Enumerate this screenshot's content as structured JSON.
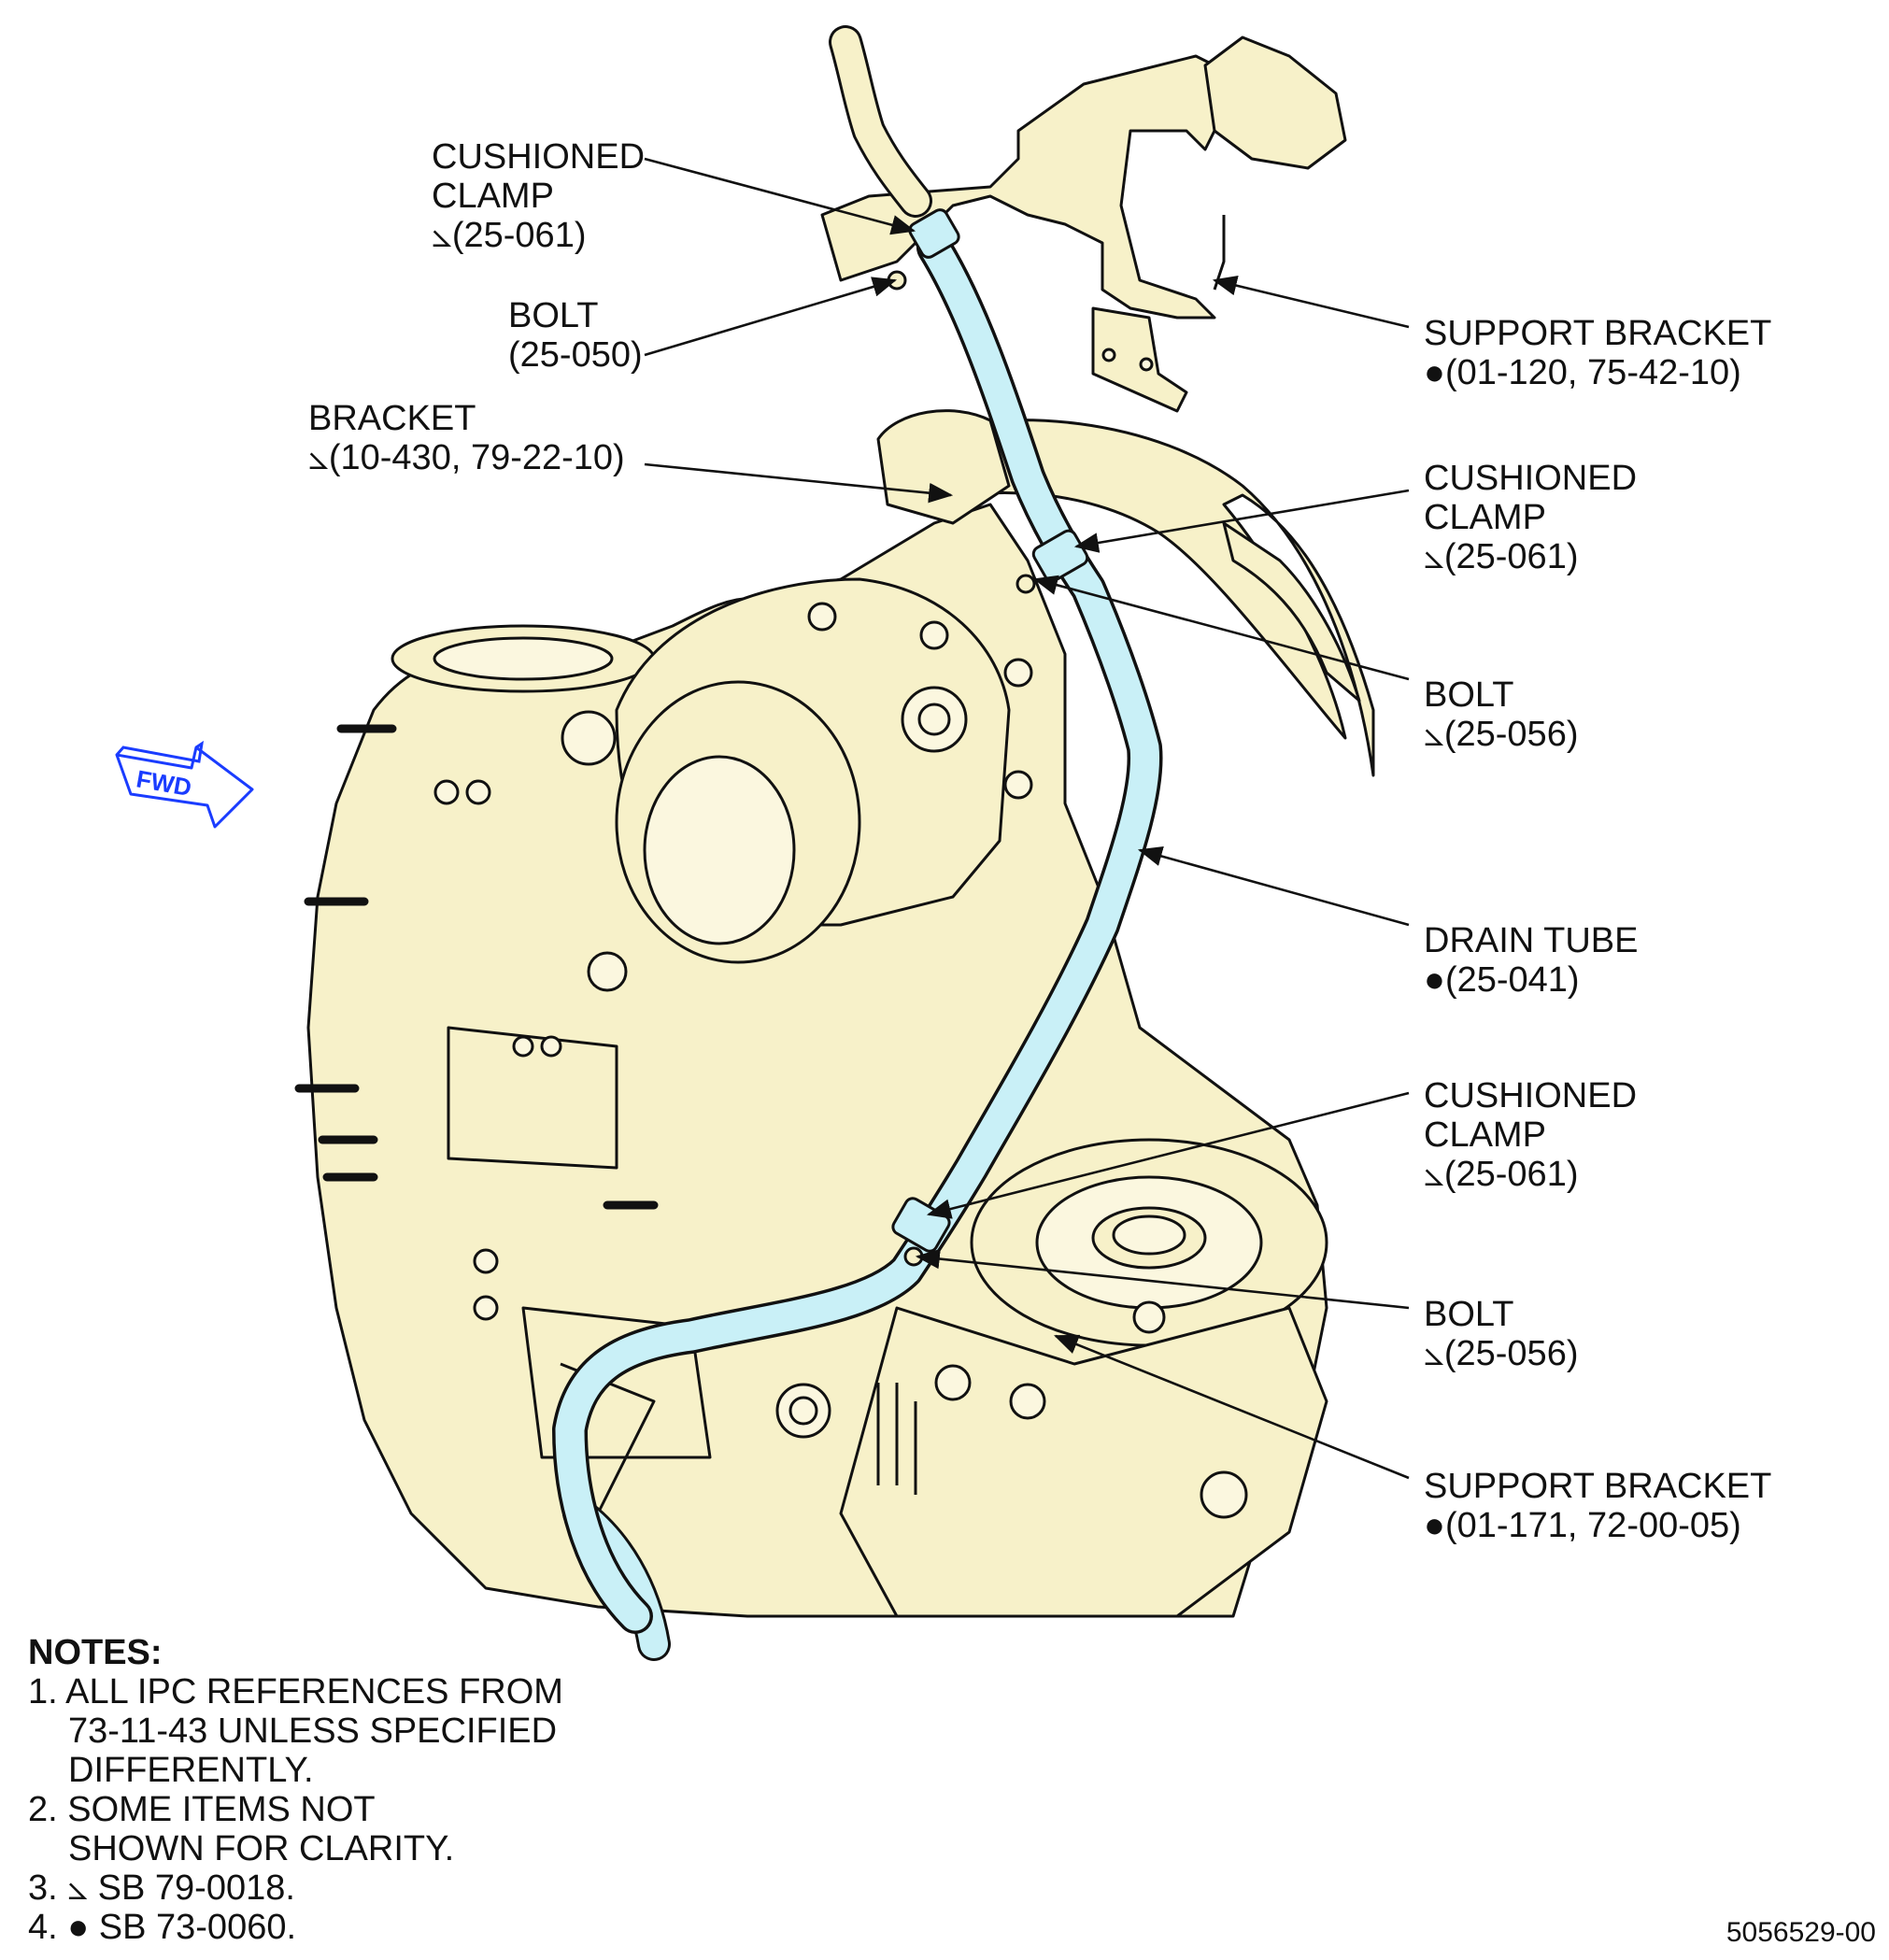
{
  "callouts": {
    "cushioned_clamp_top": [
      "CUSHIONED",
      "CLAMP",
      "⦣(25-061)"
    ],
    "bolt_top": [
      "BOLT",
      "(25-050)"
    ],
    "bracket": [
      "BRACKET",
      "⦣(10-430, 79-22-10)"
    ],
    "support_bracket_top": [
      "SUPPORT BRACKET",
      "●(01-120, 75-42-10)"
    ],
    "cushioned_clamp_mid": [
      "CUSHIONED",
      "CLAMP",
      "⦣(25-061)"
    ],
    "bolt_mid": [
      "BOLT",
      "⦣(25-056)"
    ],
    "drain_tube": [
      "DRAIN TUBE",
      "●(25-041)"
    ],
    "cushioned_clamp_low": [
      "CUSHIONED",
      "CLAMP",
      "⦣(25-061)"
    ],
    "bolt_low": [
      "BOLT",
      "⦣(25-056)"
    ],
    "support_bracket_low": [
      "SUPPORT BRACKET",
      "●(01-171, 72-00-05)"
    ]
  },
  "fwd_label": "FWD",
  "notes": {
    "title": "NOTES:",
    "items": [
      [
        "1. ALL IPC REFERENCES FROM",
        "73-11-43 UNLESS SPECIFIED",
        "DIFFERENTLY."
      ],
      [
        "2. SOME ITEMS NOT",
        "SHOWN FOR CLARITY."
      ],
      [
        "3. ⦣  SB 79-0018."
      ],
      [
        "4. ●  SB 73-0060."
      ]
    ]
  },
  "document_number": "5056529-00",
  "colors": {
    "engine_fill": "#f7f1c9",
    "tube_fill": "#c9f0f7",
    "line": "#111111",
    "fwd_arrow": "#1a3cff"
  }
}
